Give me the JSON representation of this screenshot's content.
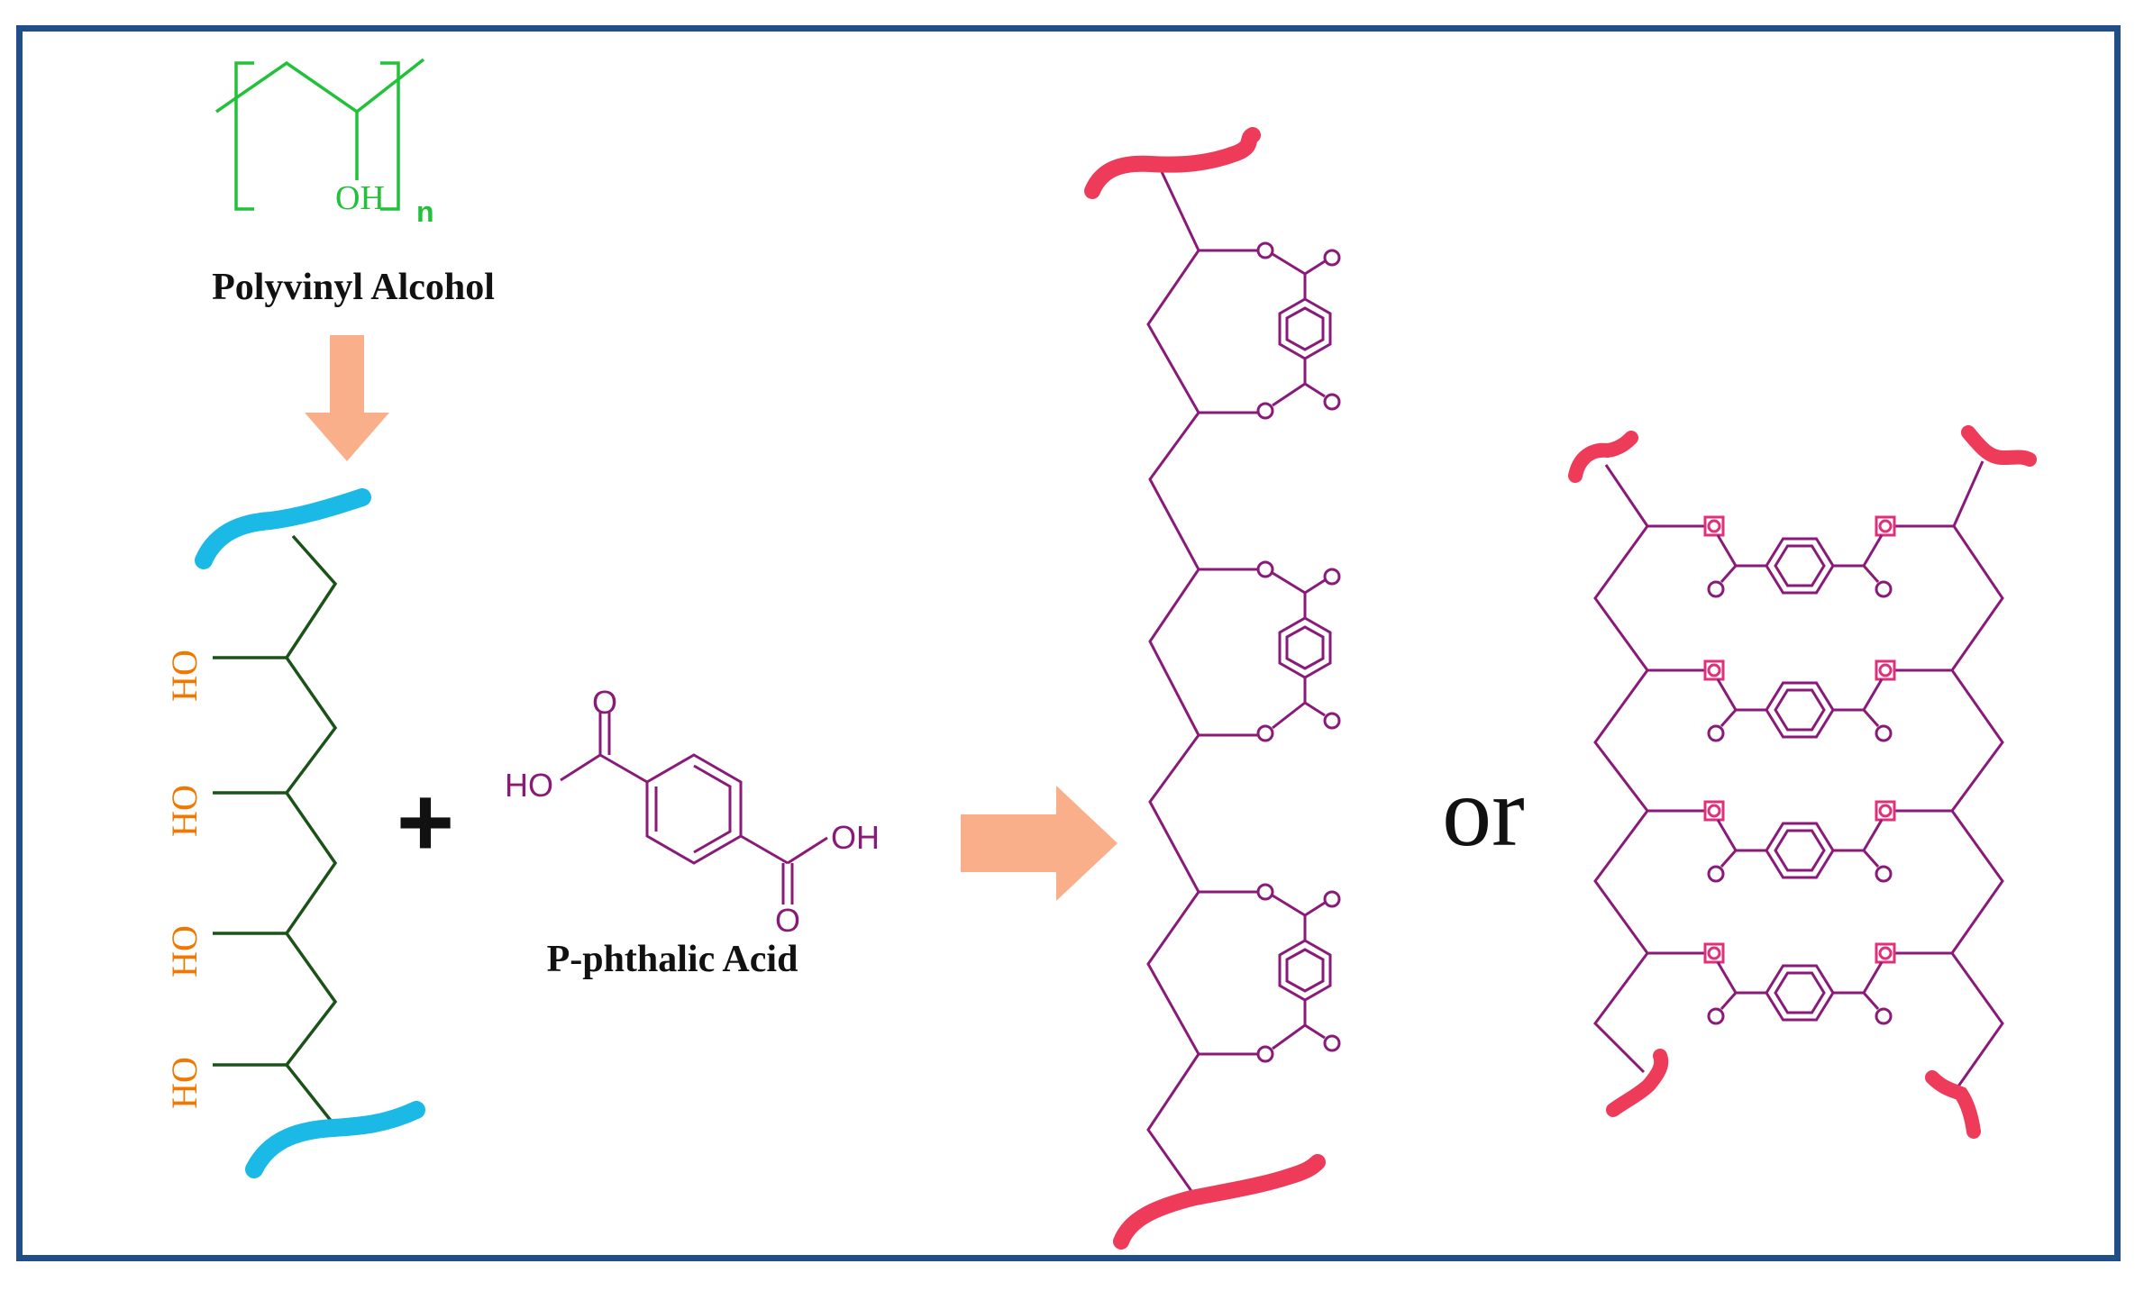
{
  "labels": {
    "pva_title": "Polyvinyl Alcohol",
    "pva_oh": "OH",
    "pva_n": "n",
    "acid_title": "P-phthalic Acid",
    "acid_ho": "HO",
    "acid_oh": "OH",
    "acid_o": "O",
    "chain_ho": "HO",
    "plus": "+",
    "or": "or"
  },
  "colors": {
    "frame": "#1f4e89",
    "pva_green": "#22c13a",
    "chain_green": "#1a5218",
    "hydroxyl_orange": "#f07800",
    "chain_end_cyan": "#1ab9e6",
    "arrow_peach": "#f9b08a",
    "crosslink_purple": "#8a1a78",
    "ester_magenta": "#e0307a",
    "chain_end_red": "#ee3b5a",
    "text_black": "#111111"
  }
}
